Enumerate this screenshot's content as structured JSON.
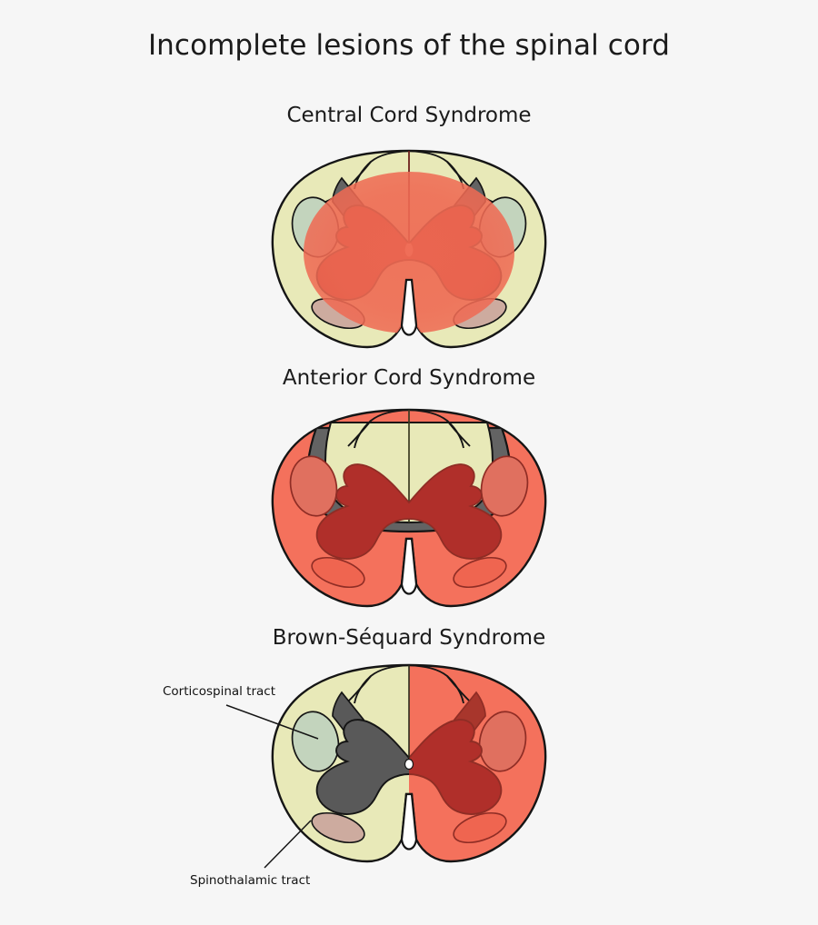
{
  "page": {
    "title": "Incomplete lesions of the spinal cord",
    "background_color": "#f6f6f6"
  },
  "panels": [
    {
      "id": "central-cord",
      "title": "Central Cord Syndrome"
    },
    {
      "id": "anterior-cord",
      "title": "Anterior Cord Syndrome"
    },
    {
      "id": "brown-sequard",
      "title": "Brown-Séquard Syndrome"
    }
  ],
  "annotations": [
    {
      "id": "corticospinal",
      "label": "Corticospinal tract"
    },
    {
      "id": "spinothalamic",
      "label": "Spinothalamic tract"
    }
  ],
  "colors": {
    "white_matter": "#e8e9b8",
    "gray_matter_normal": "#595959",
    "gray_matter_damaged": "#b02f2a",
    "lesion_overlay": "#f4715c",
    "lesion_core": "#ef6a53",
    "corticospinal_tract": "#c3d4bd",
    "corticospinal_tract_damaged": "#e0705f",
    "spinothalamic_tract": "#cdab9f",
    "spinothalamic_tract_damaged": "#ef6550",
    "dorsal_tract": "#636363",
    "outline": "#151515",
    "central_canal": "#f4a08f",
    "text": "#1b1b1b"
  }
}
